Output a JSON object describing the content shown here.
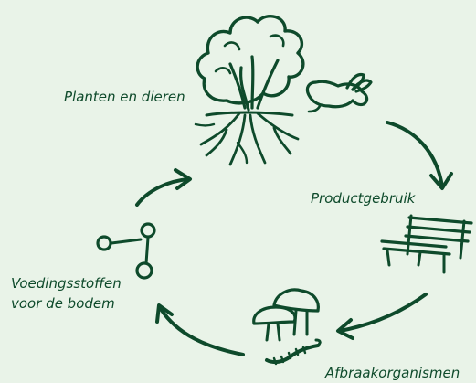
{
  "colors": {
    "background": "#e9f3e8",
    "ink": "#0e4a2b"
  },
  "labels": {
    "plants_animals": "Planten en dieren",
    "product_use": "Productgebruik",
    "decomposers": "Afbraakorganismen",
    "nutrients_line1": "Voedingsstoffen",
    "nutrients_line2": "voor de bodem"
  }
}
